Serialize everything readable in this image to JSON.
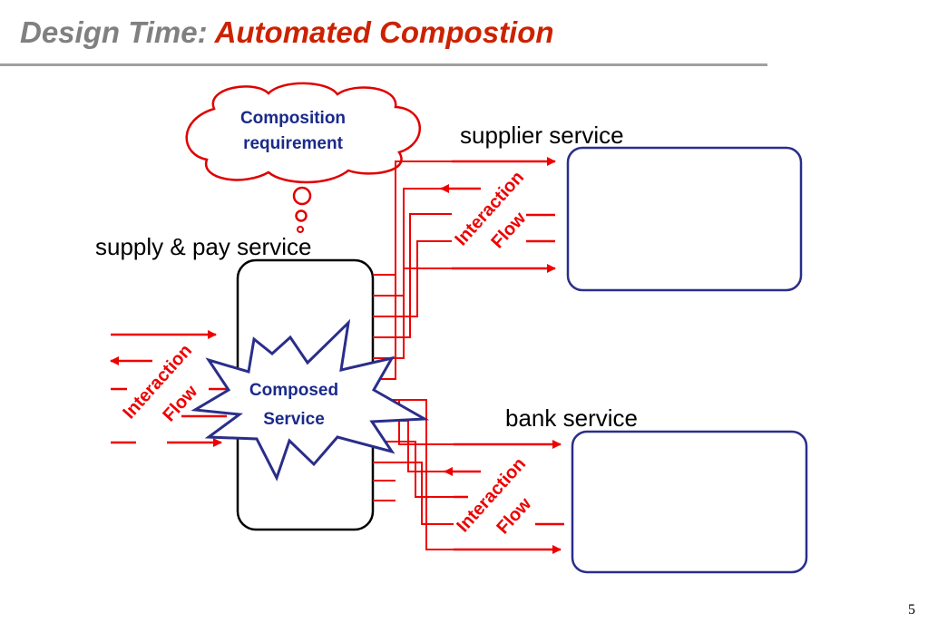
{
  "slide": {
    "title_prefix": "Design Time:",
    "title_main": "Automated Compostion",
    "page_number": "5"
  },
  "cloud": {
    "line1": "Composition",
    "line2": "requirement"
  },
  "services": {
    "supplier": "supplier service",
    "composite": "supply & pay service",
    "bank": "bank service"
  },
  "composed": {
    "line1": "Composed",
    "line2": "Service"
  },
  "flow_labels": {
    "interaction": "Interaction",
    "flow": "Flow"
  },
  "colors": {
    "title_gray": "#808080",
    "title_red": "#cc2200",
    "arrow_red": "#ee0000",
    "service_box_blue": "#2a2e8a",
    "star_blue": "#2a2e8a",
    "cloud_text_blue": "#1a2a8a"
  }
}
